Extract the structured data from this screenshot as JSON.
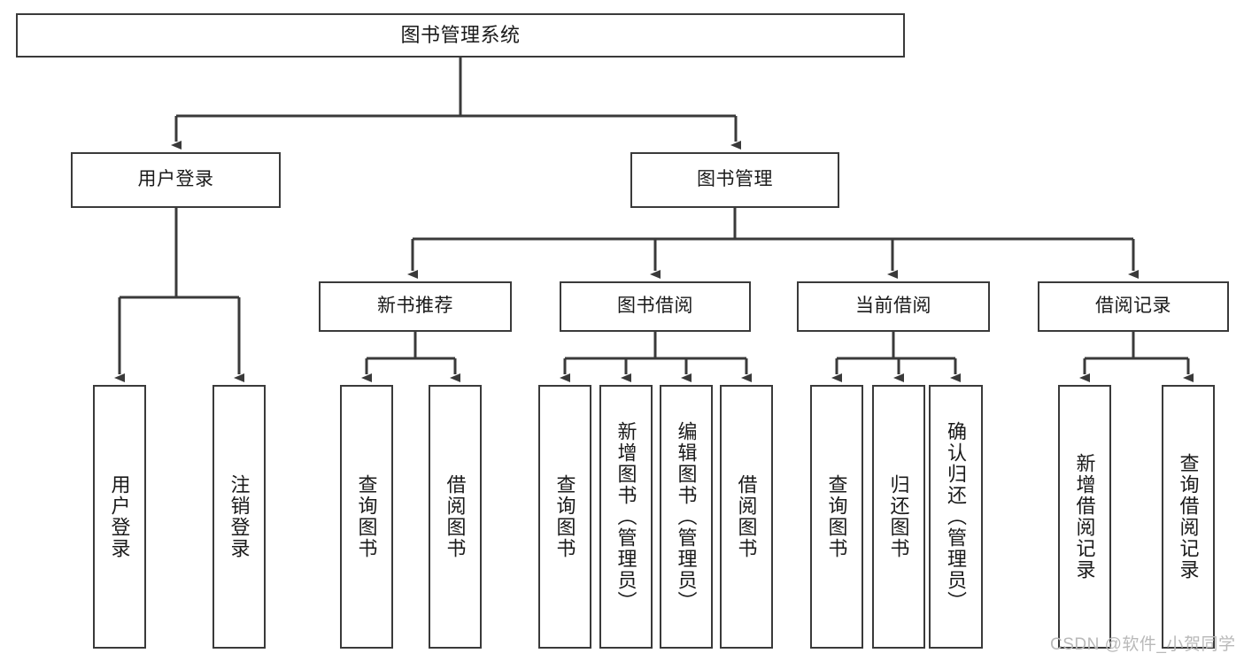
{
  "diagram": {
    "type": "tree-hierarchy",
    "title": "图书管理系统",
    "watermark": "CSDN @软件_小贺同学",
    "colors": {
      "stroke": "#3a3a3a",
      "fill": "#ffffff",
      "text": "#1a1a1a",
      "watermark": "#b9b9b9"
    },
    "nodes": {
      "root": {
        "label": "图书管理系统"
      },
      "level2": [
        {
          "label": "用户登录"
        },
        {
          "label": "图书管理"
        }
      ],
      "level3": [
        {
          "label": "新书推荐"
        },
        {
          "label": "图书借阅"
        },
        {
          "label": "当前借阅"
        },
        {
          "label": "借阅记录"
        }
      ],
      "leaves": {
        "user_login": [
          {
            "label": "用户登录"
          },
          {
            "label": "注销登录"
          }
        ],
        "new_book": [
          {
            "label": "查询图书"
          },
          {
            "label": "借阅图书"
          }
        ],
        "book_borrow": [
          {
            "label": "查询图书"
          },
          {
            "label": "新增图书（管理员）"
          },
          {
            "label": "编辑图书（管理员）"
          },
          {
            "label": "借阅图书"
          }
        ],
        "current_borrow": [
          {
            "label": "查询图书"
          },
          {
            "label": "归还图书"
          },
          {
            "label": "确认归还（管理员）"
          }
        ],
        "borrow_record": [
          {
            "label": "新增借阅记录"
          },
          {
            "label": "查询借阅记录"
          }
        ]
      }
    }
  }
}
